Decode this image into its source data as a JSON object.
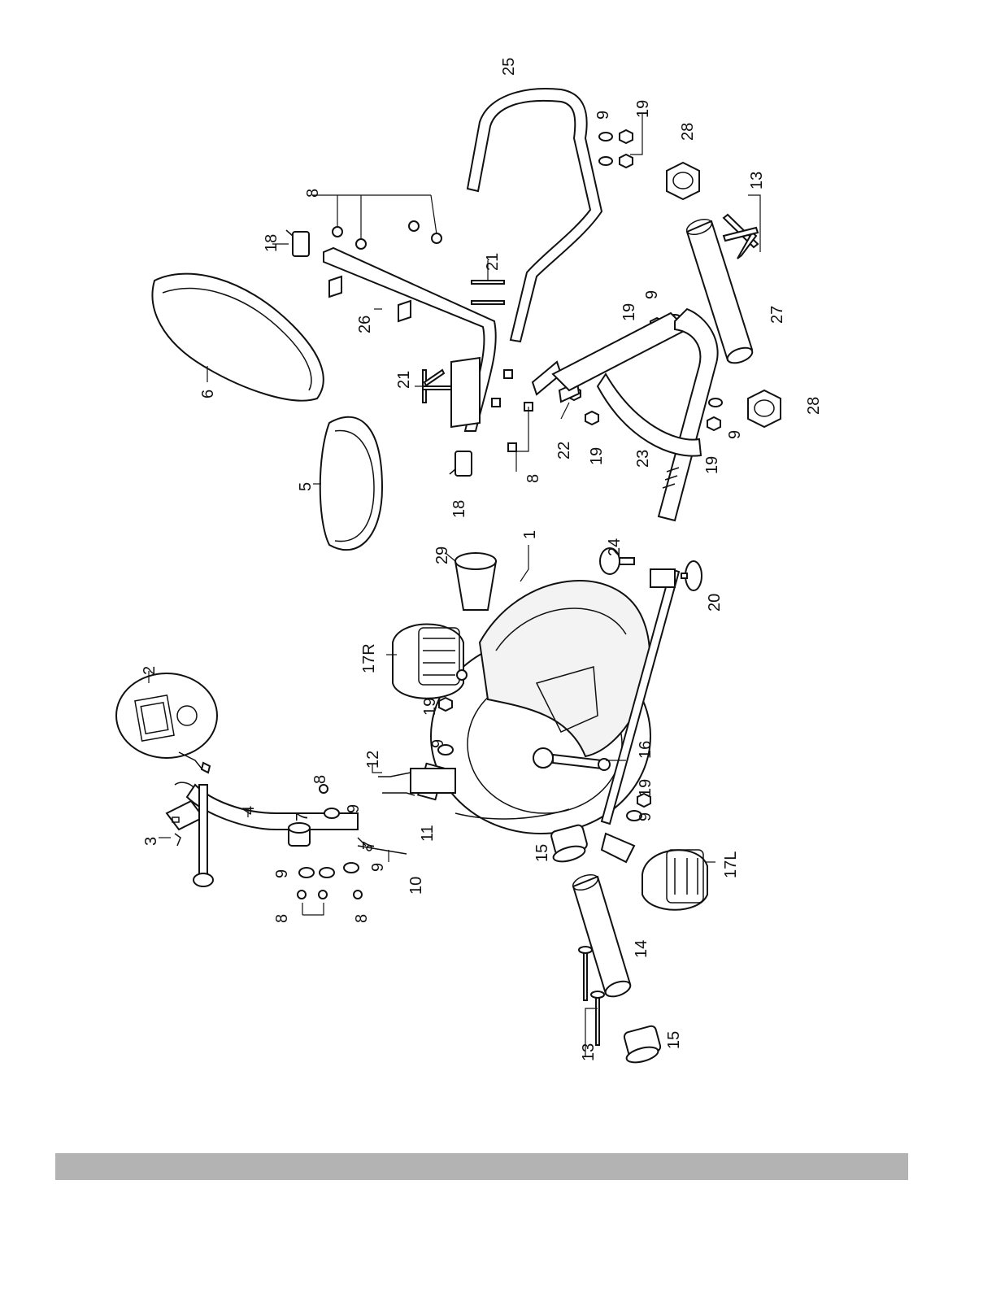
{
  "diagram": {
    "labels": {
      "p1": "1",
      "p2": "2",
      "p3": "3",
      "p4": "4",
      "p5": "5",
      "p6": "6",
      "p7": "7",
      "p8": "8",
      "p9": "9",
      "p10": "10",
      "p11": "11",
      "p12": "12",
      "p13": "13",
      "p14": "14",
      "p15": "15",
      "p16": "16",
      "p17L": "17L",
      "p17R": "17R",
      "p18": "18",
      "p19": "19",
      "p20": "20",
      "p21": "21",
      "p22": "22",
      "p23": "23",
      "p24": "24",
      "p25": "25",
      "p26": "26",
      "p27": "27",
      "p28": "28",
      "p29": "29"
    }
  },
  "colors": {
    "line": "#111111",
    "footer_bar": "#b3b3b3",
    "background": "#ffffff"
  }
}
